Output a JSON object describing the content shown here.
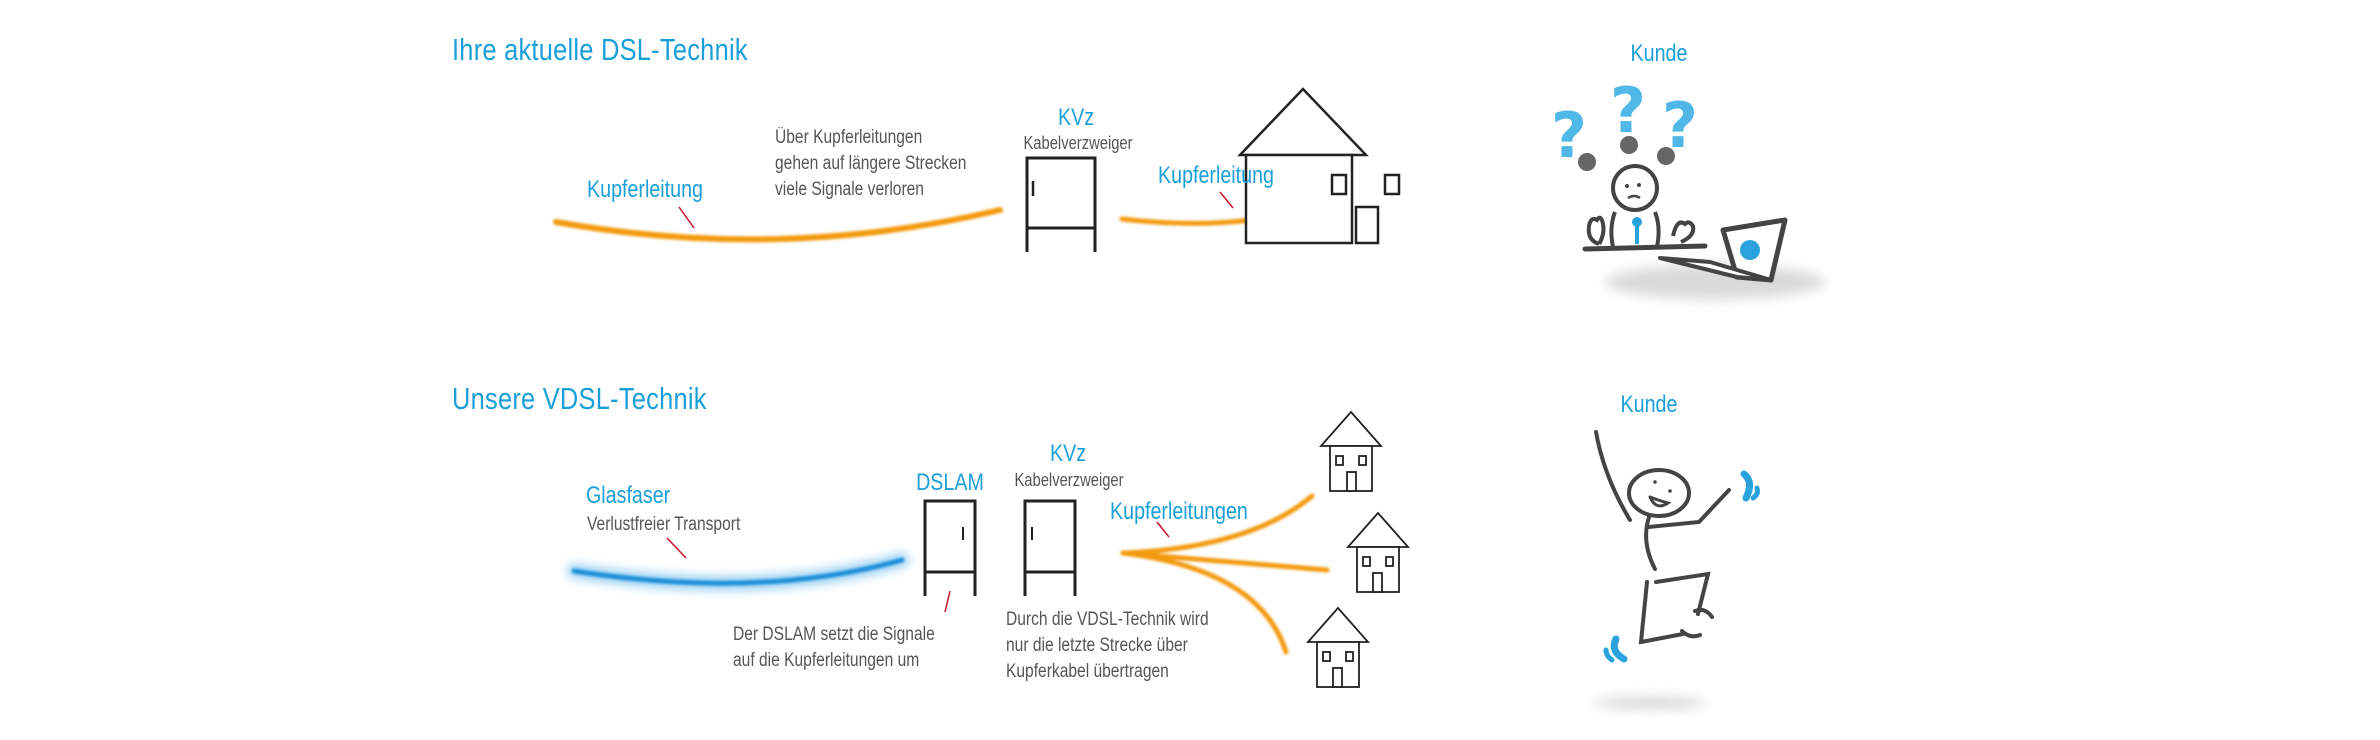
{
  "colors": {
    "accent_blue": "#1a9fd9",
    "copper_orange": "#f29a0e",
    "fiber_blue": "#1f8fd8",
    "pointer_red": "#c8102e",
    "text_gray": "#555555",
    "ink": "#222222"
  },
  "section_dsl": {
    "title": "Ihre aktuelle DSL-Technik",
    "copper_label_1": "Kupferleitung",
    "loss_note": [
      "Über Kupferleitungen",
      "gehen auf längere Strecken",
      "viele Signale verloren"
    ],
    "kvz_label": "KVz",
    "kvz_sub": "Kabelverzweiger",
    "copper_label_2": "Kupferleitung",
    "house_icon": "house-icon",
    "customer_label": "Kunde",
    "customer_icon": "confused-person-laptop-icon"
  },
  "section_vdsl": {
    "title": "Unsere VDSL-Technik",
    "fiber_label": "Glasfaser",
    "fiber_sub": "Verlustfreier Transport",
    "dslam_label": "DSLAM",
    "kvz_label": "KVz",
    "kvz_sub": "Kabelverzweiger",
    "copper_label": "Kupferleitungen",
    "dslam_note": [
      "Der DSLAM setzt die Signale",
      "auf die Kupferleitungen um"
    ],
    "vdsl_note": [
      "Durch die VDSL-Technik wird",
      "nur die letzte Strecke über",
      "Kupferkabel übertragen"
    ],
    "house_icon": "house-icon",
    "customer_label": "Kunde",
    "customer_icon": "happy-jumping-person-icon"
  }
}
